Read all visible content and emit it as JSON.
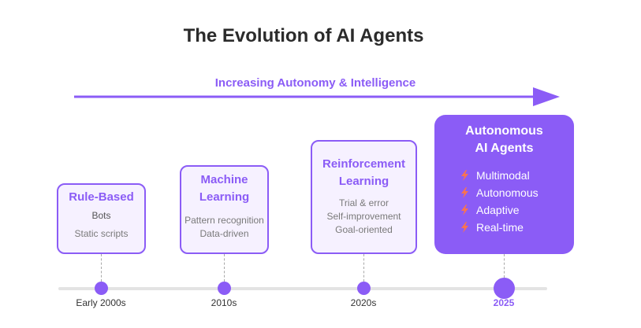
{
  "title": "The Evolution of AI Agents",
  "arrow_label": "Increasing Autonomy & Intelligence",
  "stages": [
    {
      "title_lines": [
        "Rule-Based"
      ],
      "lines": [
        "Bots",
        "Static scripts"
      ],
      "year": "Early 2000s"
    },
    {
      "title_lines": [
        "Machine",
        "Learning"
      ],
      "lines": [
        "Pattern recognition",
        "Data-driven"
      ],
      "year": "2010s"
    },
    {
      "title_lines": [
        "Reinforcement",
        "Learning"
      ],
      "lines": [
        "Trial & error",
        "Self-improvement",
        "Goal-oriented"
      ],
      "year": "2020s"
    },
    {
      "title_lines": [
        "Autonomous",
        "AI Agents"
      ],
      "features": [
        "Multimodal",
        "Autonomous",
        "Adaptive",
        "Real-time"
      ],
      "year": "2025"
    }
  ],
  "colors": {
    "accent": "#8b5cf6",
    "card_bg": "#f6f1ff",
    "spark": "#f97350"
  },
  "icons": {
    "feature": "lightning-icon"
  }
}
